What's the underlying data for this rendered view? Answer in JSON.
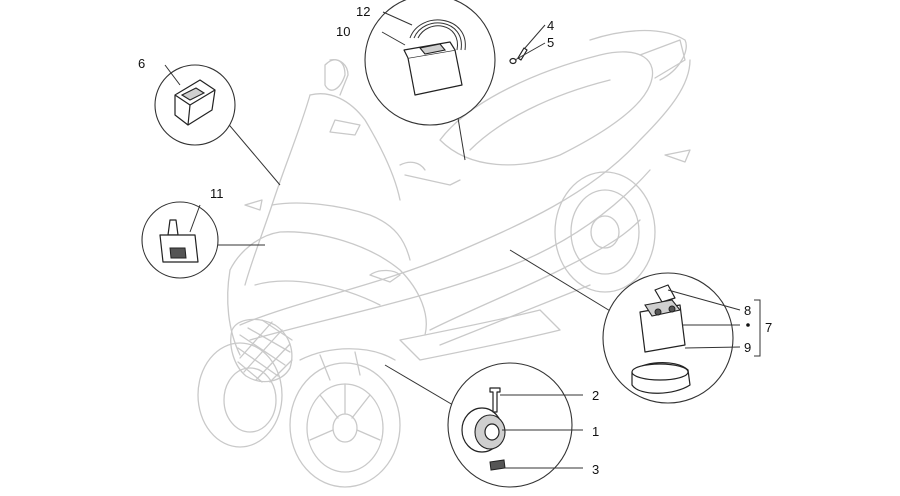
{
  "diagram": {
    "callouts": [
      {
        "id": "1",
        "label": "1"
      },
      {
        "id": "2",
        "label": "2"
      },
      {
        "id": "3",
        "label": "3"
      },
      {
        "id": "4",
        "label": "4"
      },
      {
        "id": "5",
        "label": "5"
      },
      {
        "id": "6",
        "label": "6"
      },
      {
        "id": "7",
        "label": "7"
      },
      {
        "id": "8",
        "label": "8"
      },
      {
        "id": "9",
        "label": "9"
      },
      {
        "id": "10",
        "label": "10"
      },
      {
        "id": "11",
        "label": "11"
      },
      {
        "id": "12",
        "label": "12"
      }
    ],
    "colors": {
      "ghost_outline": "#c9c9c9",
      "part_outline": "#222222",
      "background": "#ffffff"
    }
  }
}
